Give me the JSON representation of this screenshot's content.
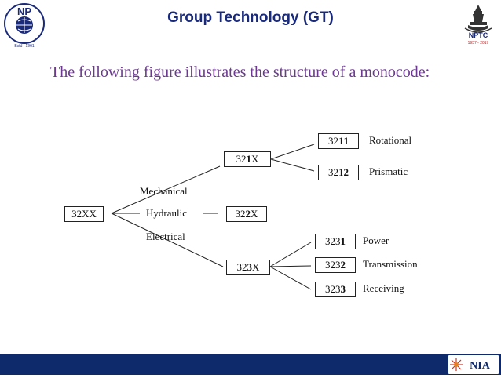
{
  "header": {
    "title": "Group Technology (GT)",
    "left_logo_text": "NP",
    "left_logo_small": "Estd : 1961",
    "right_logo_text": "NPTC",
    "right_logo_small": "1957 - 2017"
  },
  "intro": "The following figure illustrates the structure of a monocode:",
  "diagram": {
    "root": "32XX",
    "branches": [
      {
        "label": "Mechanical",
        "node_prefix": "32",
        "node_digit": "1",
        "node_suffix": "X",
        "children": [
          {
            "prefix": "321",
            "digit": "1",
            "label": "Rotational"
          },
          {
            "prefix": "321",
            "digit": "2",
            "label": "Prismatic"
          }
        ]
      },
      {
        "label": "Hydraulic",
        "node_prefix": "32",
        "node_digit": "2",
        "node_suffix": "X",
        "children": []
      },
      {
        "label": "Electrical",
        "node_prefix": "32",
        "node_digit": "3",
        "node_suffix": "X",
        "children": [
          {
            "prefix": "323",
            "digit": "1",
            "label": "Power"
          },
          {
            "prefix": "323",
            "digit": "2",
            "label": "Transmission"
          },
          {
            "prefix": "323",
            "digit": "3",
            "label": "Receiving"
          }
        ]
      }
    ]
  },
  "footer": {
    "logo_text": "NIA"
  },
  "colors": {
    "title": "#1a2a7a",
    "intro": "#6b3a8f",
    "footer": "#0f2a6b"
  }
}
